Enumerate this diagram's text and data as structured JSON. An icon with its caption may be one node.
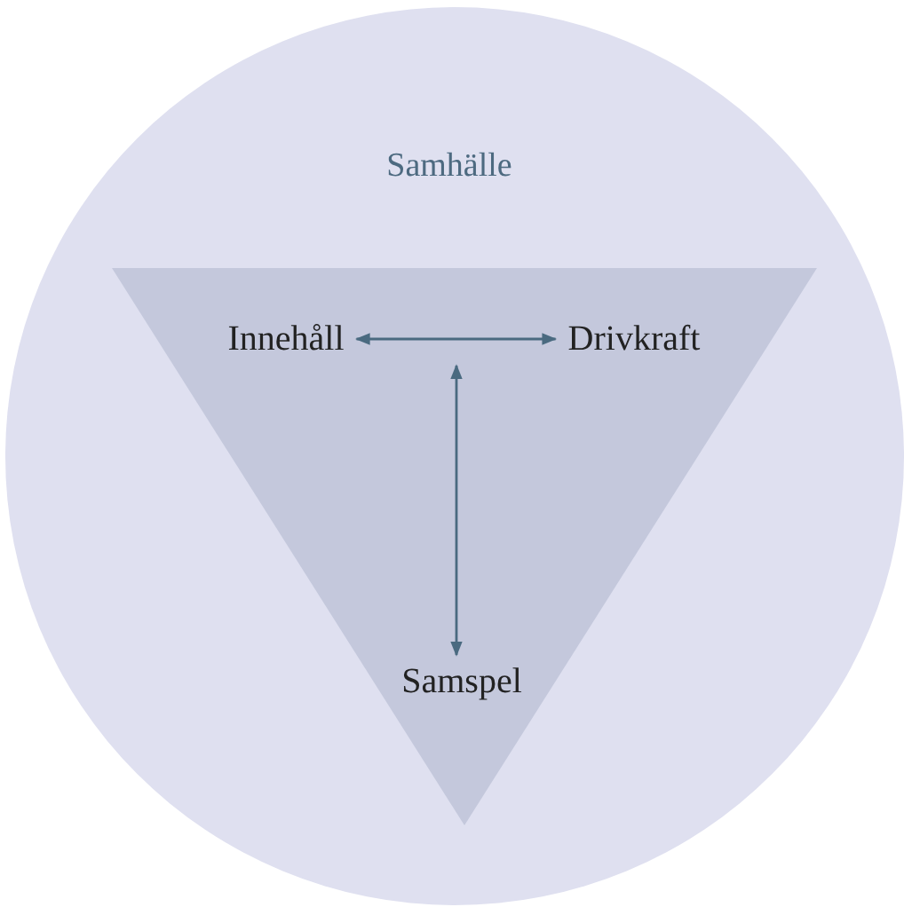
{
  "diagram": {
    "nodes": [
      {
        "text": [
          "Samhälle"
        ]
      },
      {
        "text": [],
        "shape": "triangle",
        "in": 0
      },
      {
        "text": [
          "Innehåll"
        ],
        "in": 1
      },
      {
        "text": [
          "Drivkraft"
        ],
        "in": 1
      },
      {
        "text": [
          "Samspel"
        ],
        "in": 1
      }
    ],
    "edges": [
      {
        "from": 2,
        "to": 3,
        "arrow": "both"
      },
      {
        "from": null,
        "to": 4,
        "arrow": "both"
      }
    ]
  }
}
